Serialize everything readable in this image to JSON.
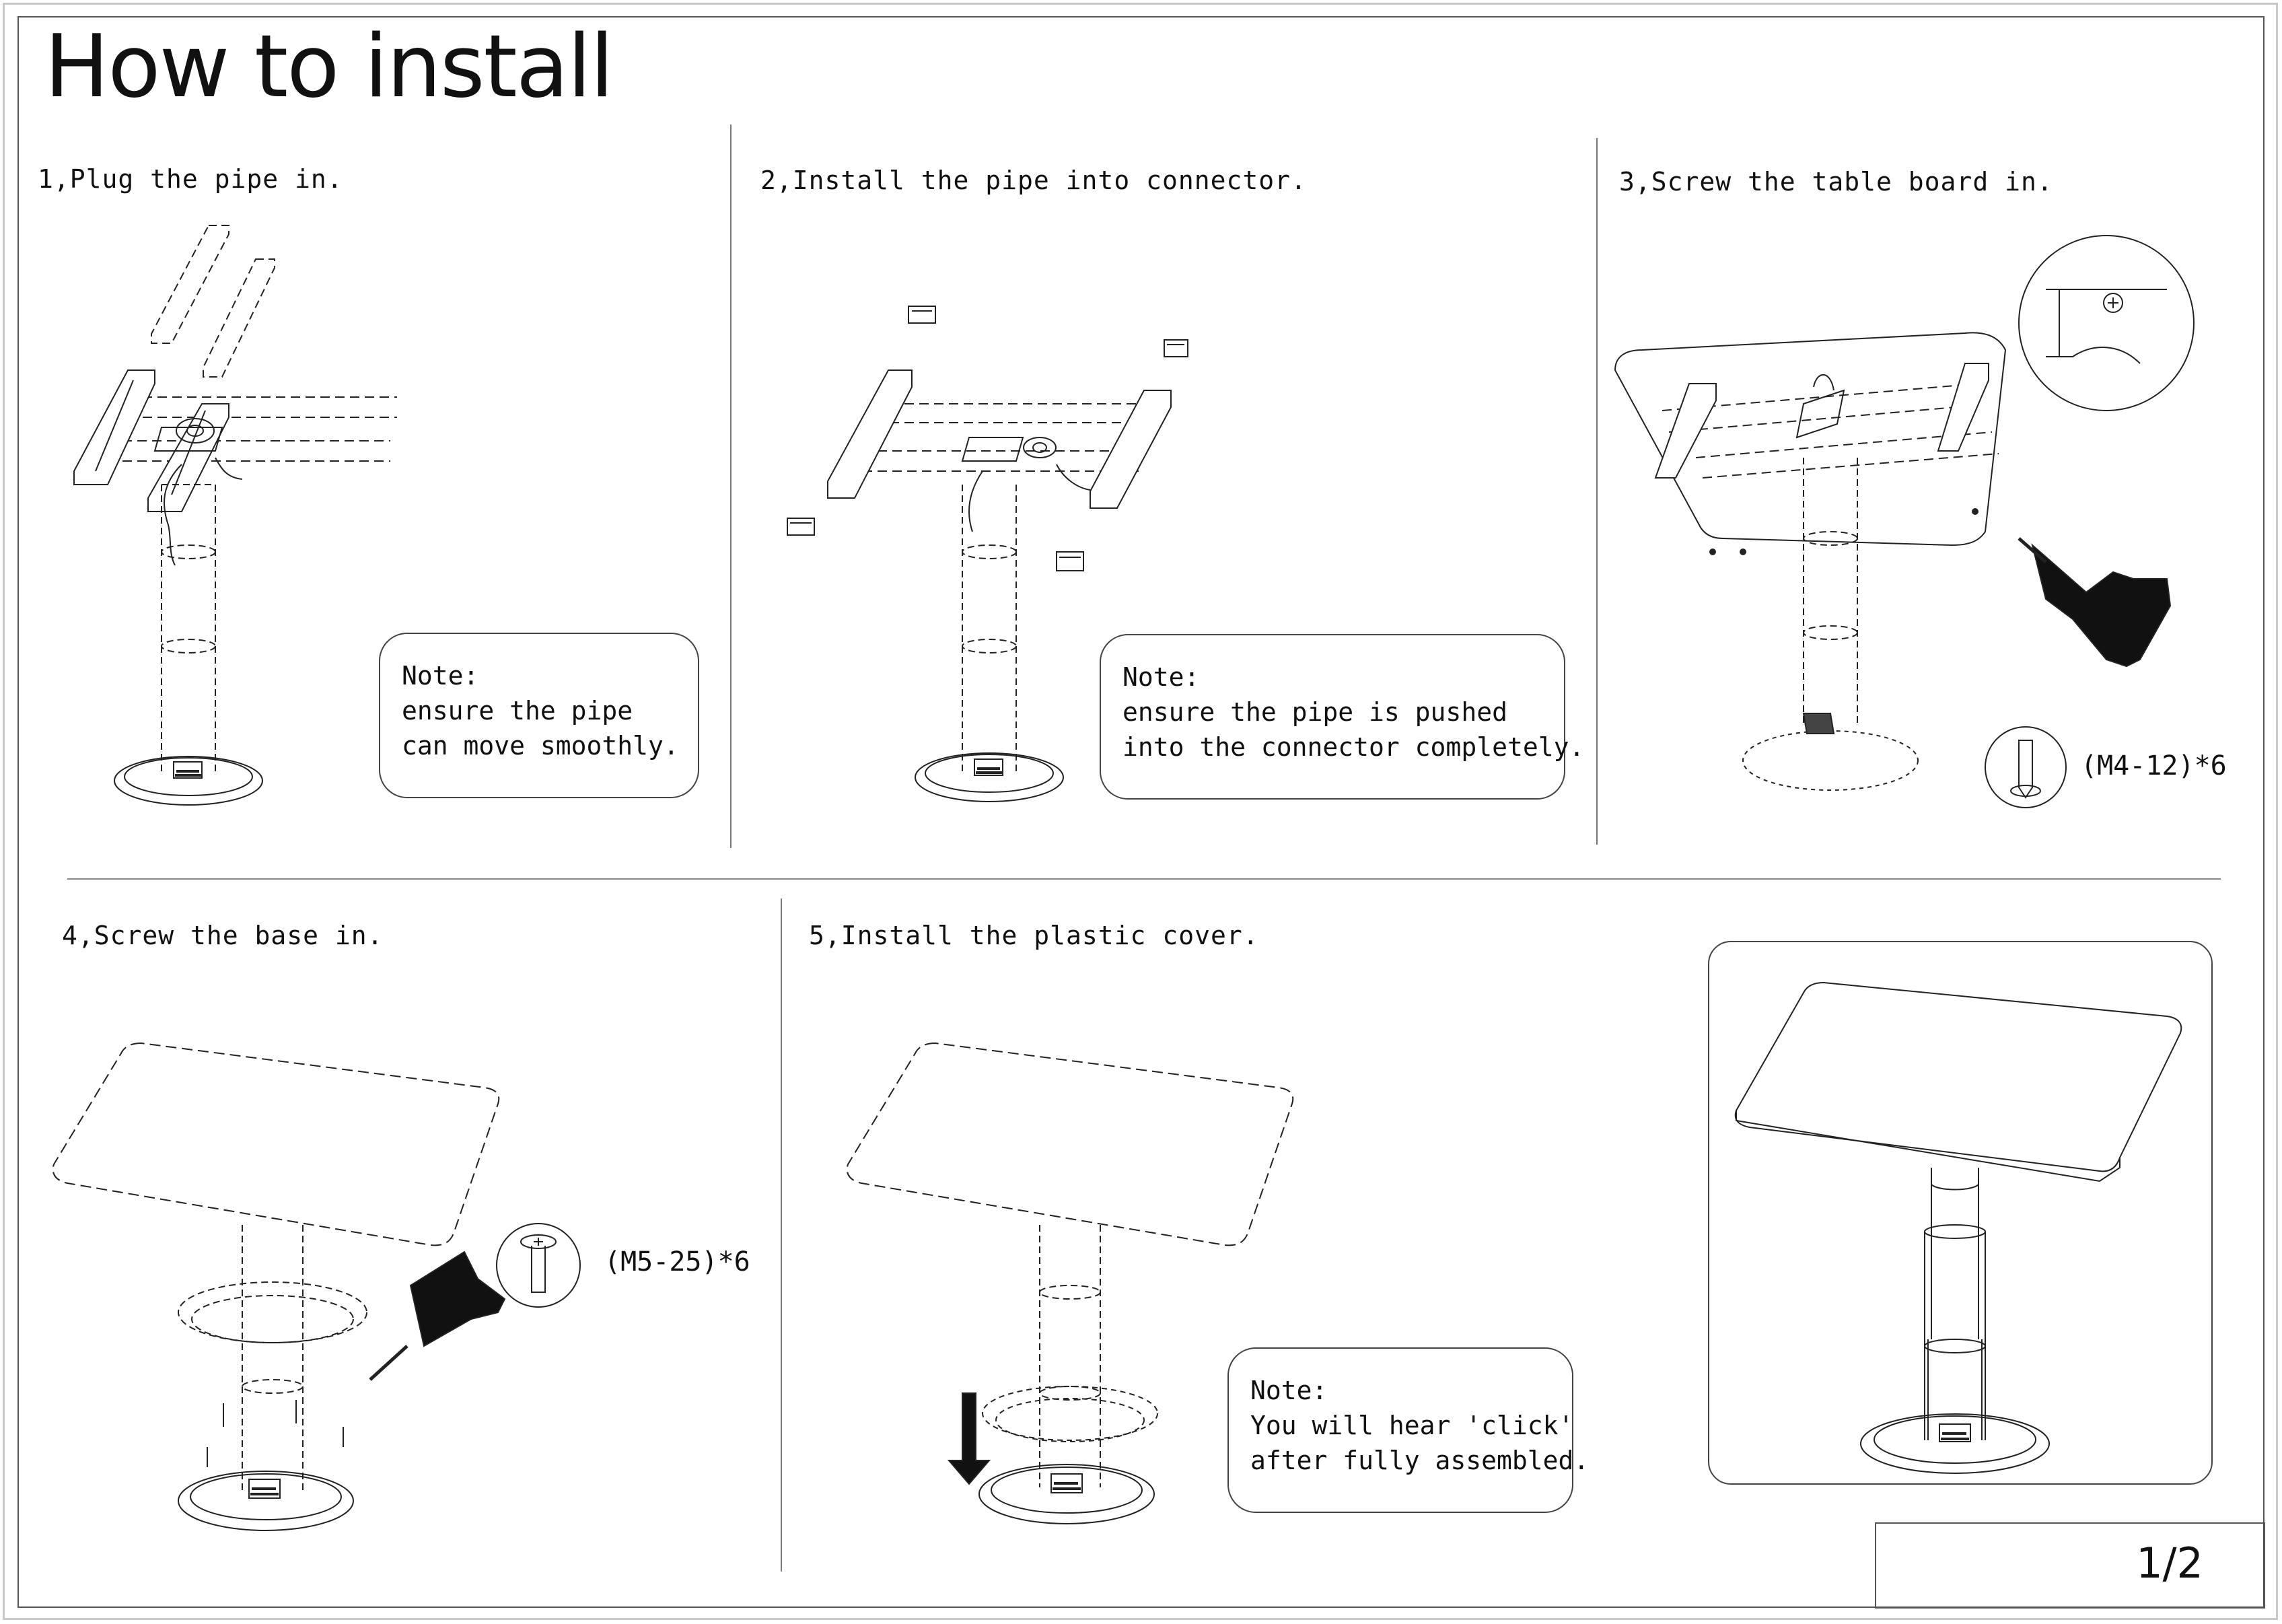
{
  "title": "How to install",
  "steps": [
    {
      "label": "1,Plug the pipe in."
    },
    {
      "label": "2,Install the pipe into connector."
    },
    {
      "label": "3,Screw the table board in."
    },
    {
      "label": "4,Screw the base in."
    },
    {
      "label": "5,Install the plastic cover."
    }
  ],
  "notes": {
    "step1": {
      "heading": "Note:",
      "line1": "ensure the pipe",
      "line2": "can move smoothly."
    },
    "step2": {
      "heading": "Note:",
      "line1": "ensure the pipe is pushed",
      "line2": "into the connector completely."
    },
    "step5": {
      "heading": "Note:",
      "line1": "You will hear 'click'",
      "line2": "after fully assembled."
    }
  },
  "hardware": {
    "step3_screw": "(M4-12)*6",
    "step4_screw": "(M5-25)*6"
  },
  "page_number": "1/2"
}
